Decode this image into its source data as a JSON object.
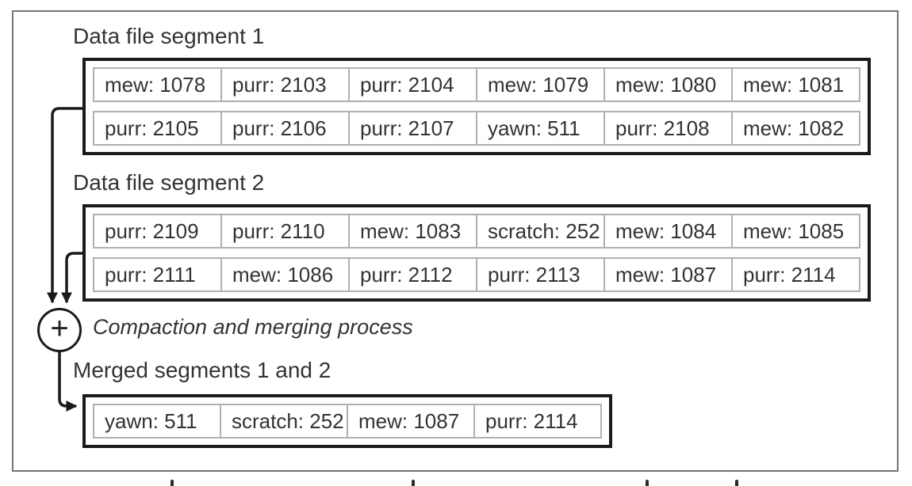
{
  "figure": {
    "segments": [
      {
        "title": "Data file segment 1",
        "rows": [
          [
            "mew: 1078",
            "purr: 2103",
            "purr: 2104",
            "mew: 1079",
            "mew: 1080",
            "mew: 1081"
          ],
          [
            "purr: 2105",
            "purr: 2106",
            "purr: 2107",
            "yawn: 511",
            "purr: 2108",
            "mew: 1082"
          ]
        ]
      },
      {
        "title": "Data file segment 2",
        "rows": [
          [
            "purr: 2109",
            "purr: 2110",
            "mew: 1083",
            "scratch: 252",
            "mew: 1084",
            "mew: 1085"
          ],
          [
            "purr: 2111",
            "mew: 1086",
            "purr: 2112",
            "purr: 2113",
            "mew: 1087",
            "purr: 2114"
          ]
        ]
      }
    ],
    "merge_operator": "+",
    "process_label": "Compaction and merging process",
    "merged_segment": {
      "title": "Merged segments 1 and 2",
      "rows": [
        [
          "yawn: 511",
          "scratch: 252",
          "mew: 1087",
          "purr: 2114"
        ]
      ]
    },
    "colors": {
      "box_border": "#1a1a1a",
      "cell_border": "#b0b0b0",
      "text": "#333333",
      "frame_border": "#757575",
      "arrow": "#1a1a1a",
      "background": "#ffffff"
    }
  }
}
